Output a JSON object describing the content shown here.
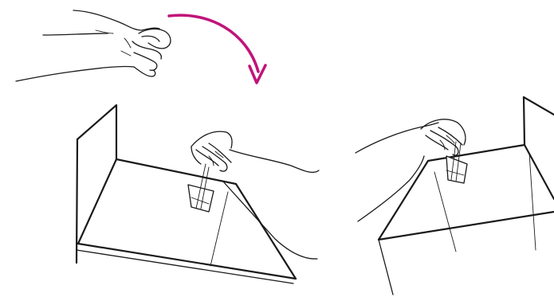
{
  "illustration": {
    "accent_color": "#c0147a",
    "ink_color": "#1a1a1a",
    "background_color": "#ffffff",
    "steps": [
      {
        "name": "hand-flick-gesture",
        "icon": "hand-flick-icon"
      },
      {
        "name": "rotation-arrow",
        "icon": "curved-arrow-icon"
      },
      {
        "name": "left-panel-hand-holding-tab",
        "icon": "hand-pinch-icon"
      },
      {
        "name": "right-panel-hand-holding-tab",
        "icon": "hand-pinch-icon"
      }
    ]
  }
}
